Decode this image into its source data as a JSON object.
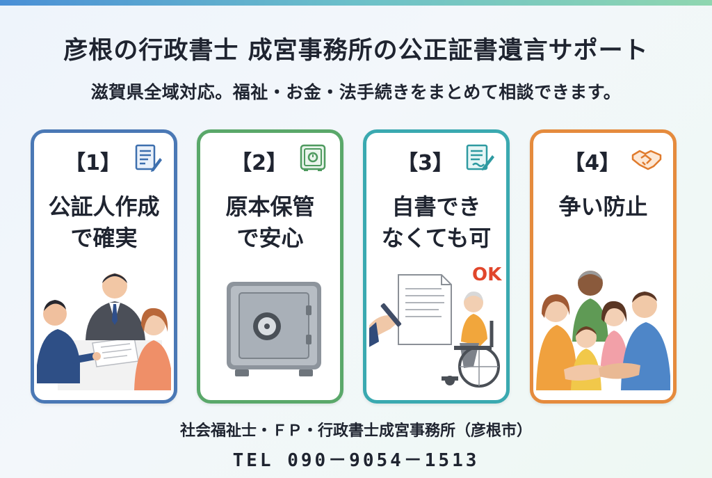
{
  "header": {
    "title": "彦根の行政書士 成宮事務所の公正証書遺言サポート",
    "subtitle": "滋賀県全域対応。福祉・お金・法手続きをまとめて相談できます。"
  },
  "cards": [
    {
      "number": "【1】",
      "title_line1": "公証人作成",
      "title_line2": "で確実",
      "border_color": "#4a78b5",
      "icon": "document-pen-icon"
    },
    {
      "number": "【2】",
      "title_line1": "原本保管",
      "title_line2": "で安心",
      "border_color": "#5aa86a",
      "icon": "safe-icon"
    },
    {
      "number": "【3】",
      "title_line1": "自書でき",
      "title_line2": "なくても可",
      "border_color": "#3aa9b0",
      "icon": "signing-icon",
      "badge": "OK"
    },
    {
      "number": "【4】",
      "title_line1": "争い防止",
      "title_line2": "",
      "border_color": "#e58b3d",
      "icon": "handshake-icon"
    }
  ],
  "footer": {
    "office": "社会福祉士・ＦＰ・行政書士成宮事務所（彦根市）",
    "phone": "TEL 090－9054－1513"
  }
}
